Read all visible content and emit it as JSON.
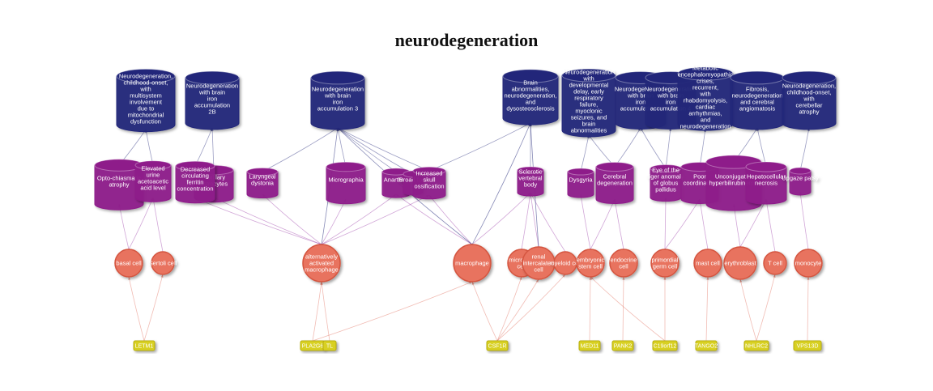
{
  "title": "neurodegeneration",
  "colors": {
    "disease": "#23287a",
    "phenotype": "#8e1a8a",
    "cell": "#e8735f",
    "gene": "#d8d020",
    "edge_disease": "#23287a",
    "edge_phenotype": "#9a3aa6",
    "edge_cell": "#e06a58"
  },
  "diseases": [
    {
      "id": "d1",
      "label": "Neurodegeneration, childhood-onset, with multisystem involvement due to mitochondrial dysfunction"
    },
    {
      "id": "d2",
      "label": "Neurodegeneration with brain iron accumulation 2B"
    },
    {
      "id": "d3",
      "label": "Neurodegeneration with brain iron accumulation 3"
    },
    {
      "id": "d4",
      "label": "Brain abnormalities, neurodegeneration, and dysosteosclerosis"
    },
    {
      "id": "d5",
      "label": "Neurodegeneration with developmental delay, early respiratory failure, myoclonic seizures, and brain abnormalities"
    },
    {
      "id": "d6",
      "label": "Neurodegeneration with brain iron accumulation 1"
    },
    {
      "id": "d7",
      "label": "Neurodegeneration with brain iron accumulation 4"
    },
    {
      "id": "d8",
      "label": "Metabolic encephalomyopathic crises, recurrent, with rhabdomyolysis, cardiac arrhythmias, and neurodegeneration"
    },
    {
      "id": "d9",
      "label": "Fibrosis, neurodegeneration and cerebral angiomatosis"
    },
    {
      "id": "d10",
      "label": "Neurodegeneration, childhood-onset, with cerebellar atrophy"
    }
  ],
  "phenotypes": [
    {
      "id": "p1",
      "label": "Opto-chiasmatic atrophy"
    },
    {
      "id": "p2",
      "label": "Elevated urine acetoacetic acid level"
    },
    {
      "id": "p3",
      "label": "Fibrillary astrocytes"
    },
    {
      "id": "p4",
      "label": "Decreased circulating ferritin concentration"
    },
    {
      "id": "p5",
      "label": "Laryngeal dystonia"
    },
    {
      "id": "p6",
      "label": "Micrographia"
    },
    {
      "id": "p7",
      "label": "Anarthria"
    },
    {
      "id": "p8",
      "label": "Broad foot"
    },
    {
      "id": "p9",
      "label": "Increased skull ossification"
    },
    {
      "id": "p10",
      "label": "Sclerotic vertebral body"
    },
    {
      "id": "p11",
      "label": "Dysgyria"
    },
    {
      "id": "p12",
      "label": "Cerebral degeneration"
    },
    {
      "id": "p13",
      "label": "Eye of the tiger anomaly of globus pallidus"
    },
    {
      "id": "p14",
      "label": "Poor coordination"
    },
    {
      "id": "p15",
      "label": "Unconjugated hyperbilirubinemia"
    },
    {
      "id": "p16",
      "label": "Hepatocellular necrosis"
    },
    {
      "id": "p17",
      "label": "Upgaze palsy"
    }
  ],
  "cells": [
    {
      "id": "c1",
      "label": "basal cell"
    },
    {
      "id": "c2",
      "label": "Sertoli cell"
    },
    {
      "id": "c3",
      "label": "alternatively activated macrophage"
    },
    {
      "id": "c4",
      "label": "macrophage"
    },
    {
      "id": "c5",
      "label": "microglial cell"
    },
    {
      "id": "c6",
      "label": "renal intercalated cell"
    },
    {
      "id": "c7",
      "label": "myeloid cell"
    },
    {
      "id": "c8",
      "label": "embryonic stem cell"
    },
    {
      "id": "c9",
      "label": "endocrine cell"
    },
    {
      "id": "c10",
      "label": "primordial germ cell"
    },
    {
      "id": "c11",
      "label": "mast cell"
    },
    {
      "id": "c12",
      "label": "erythroblast"
    },
    {
      "id": "c13",
      "label": "T cell"
    },
    {
      "id": "c14",
      "label": "monocyte"
    }
  ],
  "genes": [
    {
      "id": "g1",
      "label": "LETM1"
    },
    {
      "id": "g2",
      "label": "PLA2G6"
    },
    {
      "id": "g3",
      "label": "TL"
    },
    {
      "id": "g4",
      "label": "CSF1R"
    },
    {
      "id": "g5",
      "label": "MED11"
    },
    {
      "id": "g6",
      "label": "PANK2"
    },
    {
      "id": "g7",
      "label": "C19orf12"
    },
    {
      "id": "g8",
      "label": "TANGO2"
    },
    {
      "id": "g9",
      "label": "NHLRC2"
    },
    {
      "id": "g10",
      "label": "VPS13D"
    }
  ],
  "edges": [
    [
      "g1",
      "c1"
    ],
    [
      "g1",
      "c2"
    ],
    [
      "g2",
      "c3"
    ],
    [
      "g3",
      "c3"
    ],
    [
      "g2",
      "c4"
    ],
    [
      "g4",
      "c4"
    ],
    [
      "g4",
      "c5"
    ],
    [
      "g4",
      "c6"
    ],
    [
      "g4",
      "c7"
    ],
    [
      "g5",
      "c8"
    ],
    [
      "g6",
      "c9"
    ],
    [
      "g7",
      "c10"
    ],
    [
      "g7",
      "c8"
    ],
    [
      "g8",
      "c11"
    ],
    [
      "g9",
      "c12"
    ],
    [
      "g9",
      "c13"
    ],
    [
      "g10",
      "c14"
    ],
    [
      "c1",
      "p1"
    ],
    [
      "c2",
      "p2"
    ],
    [
      "c1",
      "p2"
    ],
    [
      "c3",
      "p4"
    ],
    [
      "c3",
      "p5"
    ],
    [
      "c3",
      "p6"
    ],
    [
      "c3",
      "p7"
    ],
    [
      "c3",
      "p9"
    ],
    [
      "c3",
      "p3"
    ],
    [
      "c3",
      "d3"
    ],
    [
      "c4",
      "p7"
    ],
    [
      "c4",
      "p9"
    ],
    [
      "c4",
      "p10"
    ],
    [
      "c4",
      "d4"
    ],
    [
      "c4",
      "d3"
    ],
    [
      "c5",
      "p10"
    ],
    [
      "c6",
      "p10"
    ],
    [
      "c7",
      "p10"
    ],
    [
      "c6",
      "d4"
    ],
    [
      "c8",
      "p11"
    ],
    [
      "c8",
      "p12"
    ],
    [
      "c9",
      "p12"
    ],
    [
      "c10",
      "p13"
    ],
    [
      "c10",
      "p14"
    ],
    [
      "c11",
      "p14"
    ],
    [
      "c12",
      "p15"
    ],
    [
      "c12",
      "p16"
    ],
    [
      "c13",
      "p16"
    ],
    [
      "c14",
      "p17"
    ],
    [
      "p1",
      "d1"
    ],
    [
      "p2",
      "d1"
    ],
    [
      "p3",
      "d2"
    ],
    [
      "p4",
      "d2"
    ],
    [
      "p5",
      "d3"
    ],
    [
      "p6",
      "d3"
    ],
    [
      "p7",
      "d3"
    ],
    [
      "p8",
      "d3"
    ],
    [
      "p9",
      "d3"
    ],
    [
      "p9",
      "d4"
    ],
    [
      "p10",
      "d4"
    ],
    [
      "p11",
      "d5"
    ],
    [
      "p12",
      "d5"
    ],
    [
      "p12",
      "d6"
    ],
    [
      "p13",
      "d6"
    ],
    [
      "p13",
      "d7"
    ],
    [
      "p14",
      "d8"
    ],
    [
      "p15",
      "d9"
    ],
    [
      "p16",
      "d9"
    ],
    [
      "p17",
      "d10"
    ]
  ]
}
